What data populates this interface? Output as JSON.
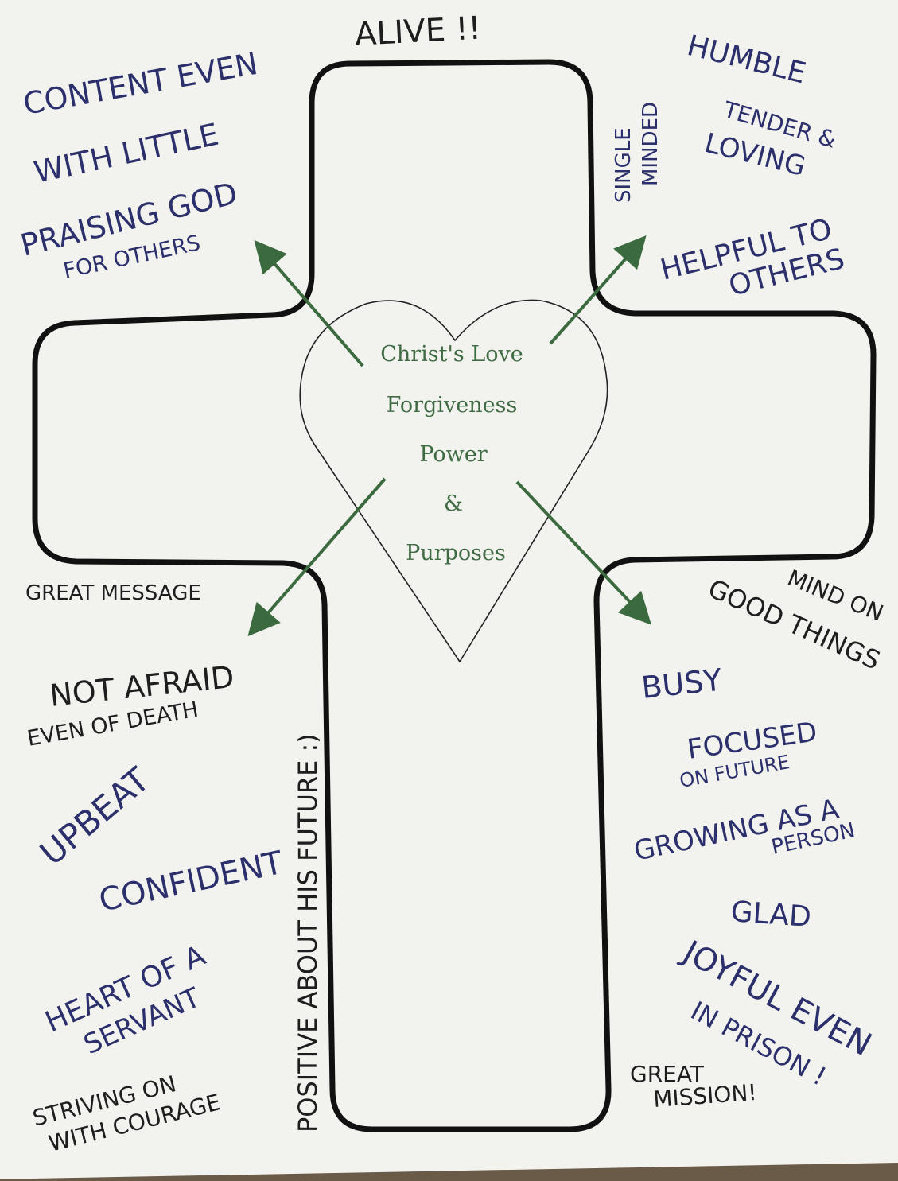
{
  "colors": {
    "paper": "#f2f2ef",
    "cross_outline": "#111111",
    "arrow": "#3b6a3f",
    "handwriting": "#2b2f6b",
    "heart_text": "#3f6b43"
  },
  "top": {
    "alive": "ALIVE !!"
  },
  "heart": {
    "lines": [
      "Christ's Love",
      "Forgiveness",
      "Power",
      "&",
      "Purposes"
    ]
  },
  "left_top": {
    "content_1": "CONTENT EVEN",
    "content_2": "WITH LITTLE",
    "praising_1": "PRAISING GOD",
    "praising_2": "FOR OTHERS"
  },
  "right_top": {
    "humble": "HUMBLE",
    "tender_1": "TENDER &",
    "tender_2": "LOVING",
    "single_1": "SINGLE",
    "single_2": "MINDED",
    "helpful_1": "HELPFUL TO",
    "helpful_2": "OTHERS"
  },
  "left_bottom": {
    "great_message": "GREAT MESSAGE",
    "not_afraid_1": "NOT AFRAID",
    "not_afraid_2": "EVEN OF DEATH",
    "upbeat": "UPBEAT",
    "confident": "CONFIDENT",
    "heart_1": "HEART OF A",
    "heart_2": "SERVANT",
    "striving_1": "STRIVING ON",
    "striving_2": "WITH COURAGE"
  },
  "vertical": {
    "positive": "POSITIVE ABOUT HIS FUTURE :)"
  },
  "right_bottom": {
    "mind_1": "MIND ON",
    "mind_2": "GOOD THINGS",
    "busy": "BUSY",
    "focused_1": "FOCUSED",
    "focused_2": "ON FUTURE",
    "growing_1": "GROWING AS A",
    "growing_2": "PERSON",
    "glad": "GLAD",
    "joyful_1": "JOYFUL EVEN",
    "joyful_2": "IN PRISON !",
    "great_mission_1": "GREAT",
    "great_mission_2": "MISSION!"
  }
}
